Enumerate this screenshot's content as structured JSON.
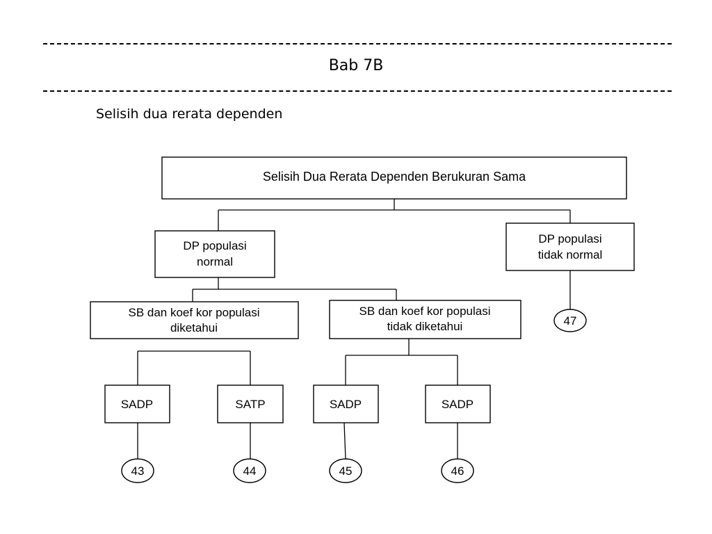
{
  "header": {
    "title": "Bab 7B",
    "subtitle": "Selisih dua rerata dependen"
  },
  "diagram": {
    "root": "Selisih Dua Rerata Dependen Berukuran Sama",
    "dp_normal": [
      "DP populasi",
      "normal"
    ],
    "dp_not_normal": [
      "DP populasi",
      "tidak normal"
    ],
    "sb_known": [
      "SB dan koef kor populasi",
      "diketahui"
    ],
    "sb_unknown": [
      "SB dan koef kor populasi",
      "tidak diketahui"
    ],
    "leaf_sadp_1": "SADP",
    "leaf_satp": "SATP",
    "leaf_sadp_2": "SADP",
    "leaf_sadp_3": "SADP",
    "num_43": "43",
    "num_44": "44",
    "num_45": "45",
    "num_46": "46",
    "num_47": "47"
  }
}
